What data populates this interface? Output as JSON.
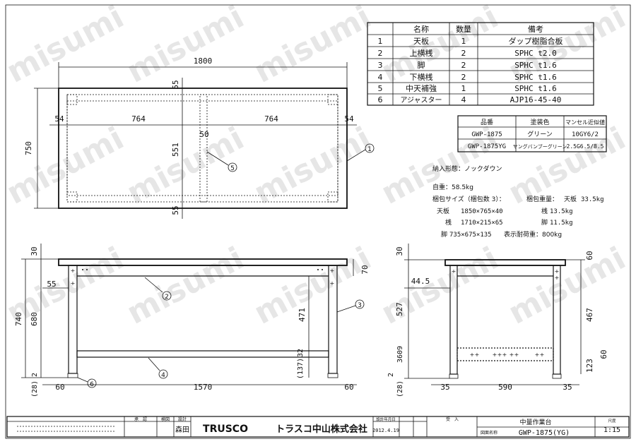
{
  "parts_table": {
    "headers": [
      "名称",
      "数量",
      "備考"
    ],
    "rows": [
      [
        "1",
        "天板",
        "1",
        "ダップ樹脂合板"
      ],
      [
        "2",
        "上横桟",
        "2",
        "SPHC t2.0"
      ],
      [
        "3",
        "脚",
        "2",
        "SPHC t1.6"
      ],
      [
        "4",
        "下横桟",
        "2",
        "SPHC t1.6"
      ],
      [
        "5",
        "中天補強",
        "1",
        "SPHC t1.6"
      ],
      [
        "6",
        "アジャスター",
        "4",
        "AJP16-45-40"
      ]
    ]
  },
  "color_table": {
    "headers": [
      "品番",
      "塗装色",
      "マンセル近似値"
    ],
    "rows": [
      [
        "GWP-1875",
        "グリーン",
        "10GY6/2"
      ],
      [
        "GWP-1875YG",
        "ヤングバンブーグリーン",
        "2.5G6.5/8.5"
      ]
    ]
  },
  "notes": {
    "delivery": "納入形態：ノックダウン",
    "weight": "自重：58.5kg",
    "pack_header": "梱包サイズ（梱包数 3）：",
    "pack_weight_header": "梱包重量：",
    "items": [
      {
        "name": "天板",
        "size": "1850×765×40",
        "wt_name": "天板",
        "wt": "33.5kg"
      },
      {
        "name": "桟",
        "size": "1710×215×65",
        "wt_name": "桟",
        "wt": "13.5kg"
      },
      {
        "name": "脚",
        "size": "735×675×135",
        "wt_name": "脚",
        "wt": "11.5kg"
      }
    ],
    "load": "表示耐荷重：800kg"
  },
  "plan_dims": {
    "width": "1800",
    "depth": "750",
    "left_offset": "54",
    "span1": "764",
    "span2": "764",
    "right_offset": "54",
    "top_rail": "55",
    "inner_depth": "551",
    "bottom_rail": "55",
    "reinforce": "50"
  },
  "front_dims": {
    "top_thk": "30",
    "height": "740",
    "leg_h": "680",
    "adj": "2",
    "adj2": "(28)",
    "rail_h": "55",
    "top_rail_h": "70",
    "clear": "471",
    "lower_rail": "32",
    "lower_pos": "(137)",
    "leg_left": "60",
    "span": "1570",
    "leg_right": "60"
  },
  "side_dims": {
    "top_thk": "30",
    "offset": "44.5",
    "height": "527",
    "h2": "9",
    "h3": "360",
    "adj": "2",
    "adj2": "(28)",
    "left": "35",
    "span": "590",
    "right": "35",
    "top_gap": "60",
    "clear": "467",
    "lower_rail": "60",
    "lower_h": "123"
  },
  "callouts": [
    "1",
    "2",
    "3",
    "4",
    "5",
    "6"
  ],
  "title_block": {
    "approve_label": "承　認",
    "check_label": "検図",
    "design_label": "設計",
    "designer": "森田",
    "date_label": "設計年月日",
    "date": "2012.4.19",
    "logo": "TRUSCO",
    "company": "トラスコ中山株式会社",
    "entry_label": "受　入",
    "product_name": "中量作業台",
    "drawing_no_label": "図面名称",
    "drawing_no": "GWP-1875(YG)",
    "scale_label": "尺度",
    "scale": "1:15"
  },
  "watermark": "misumi"
}
